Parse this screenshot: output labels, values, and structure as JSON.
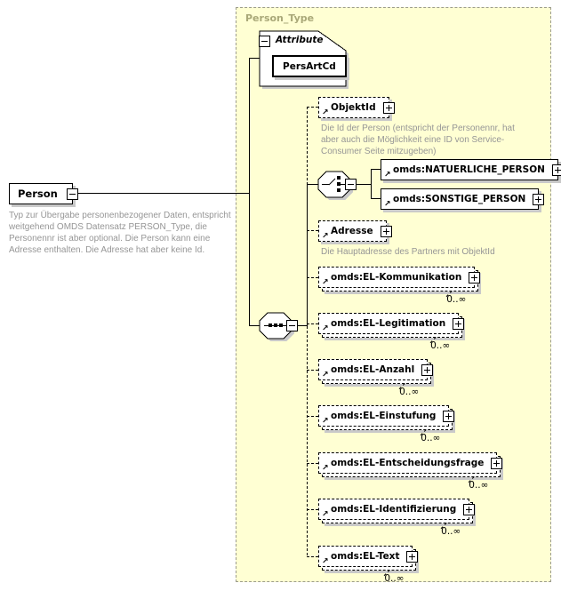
{
  "type_container": {
    "label": "Person_Type"
  },
  "root": {
    "name": "Person",
    "annotation": "Typ zur Übergabe personenbezogener Daten, entspricht weitgehend OMDS Datensatz PERSON_Type, die Personennr ist aber optional. Die Person kann eine Adresse enthalten. Die Adresse hat aber keine Id."
  },
  "attribute_group": {
    "label": "Attribute",
    "attributes": [
      {
        "name": "PersArtCd"
      }
    ]
  },
  "choice": {
    "options": [
      {
        "name": "omds:NATUERLICHE_PERSON"
      },
      {
        "name": "omds:SONSTIGE_PERSON"
      }
    ]
  },
  "elements": [
    {
      "name": "ObjektId",
      "annotation": "Die Id der Person (entspricht der Personennr, hat aber auch die Möglichkeit eine ID von Service-Consumer Seite mitzugeben)"
    },
    {
      "name": "Adresse",
      "annotation": "Die Hauptadresse des Partners mit ObjektId"
    },
    {
      "name": "omds:EL-Kommunikation",
      "occurrence": "0..∞"
    },
    {
      "name": "omds:EL-Legitimation",
      "occurrence": "0..∞"
    },
    {
      "name": "omds:EL-Anzahl",
      "occurrence": "0..∞"
    },
    {
      "name": "omds:EL-Einstufung",
      "occurrence": "0..∞"
    },
    {
      "name": "omds:EL-Entscheidungsfrage",
      "occurrence": "0..∞"
    },
    {
      "name": "omds:EL-Identifizierung",
      "occurrence": "0..∞"
    },
    {
      "name": "omds:EL-Text",
      "occurrence": "0..∞"
    }
  ],
  "icons": {
    "ref_arrow": "↗"
  },
  "colors": {
    "container_bg": "#FFFFD3",
    "container_border": "#9C9C8B",
    "container_label": "#A9A878",
    "annotation_text": "#969696",
    "box_shadow": "#C9C9C9",
    "line": "#000000",
    "box_bg": "#FFFFFF"
  }
}
